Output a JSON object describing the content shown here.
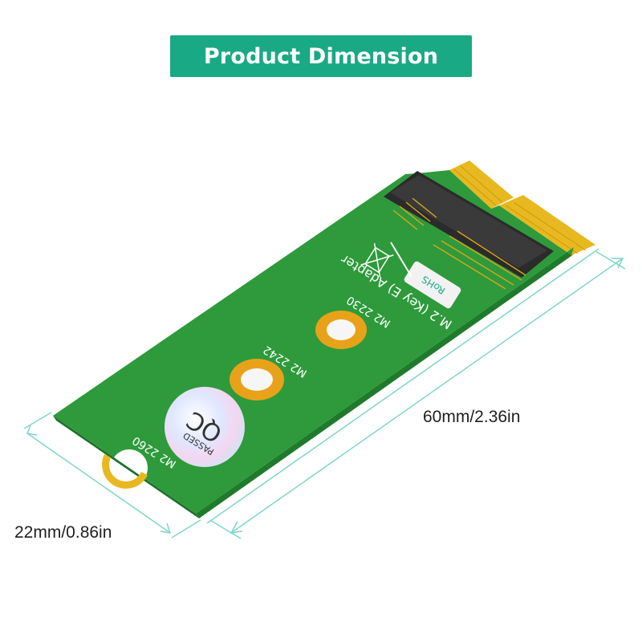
{
  "title": "Product Dimension",
  "dimensions": {
    "length_label": "60mm/2.36in",
    "width_label": "22mm/0.86in"
  },
  "board": {
    "name_line1": "M.2 (Key E) Adapter",
    "mount_2230": "M2 2230",
    "mount_2242": "M2 2242",
    "mount_2260": "M2 2260",
    "qc_big": "QC",
    "qc_small": "PASSED",
    "rohs": "RoHS"
  },
  "colors": {
    "accent": "#1aa985",
    "pcb": "#2e9a3b",
    "gold": "#e8b820",
    "dimension_line": "#7fd6c8"
  }
}
